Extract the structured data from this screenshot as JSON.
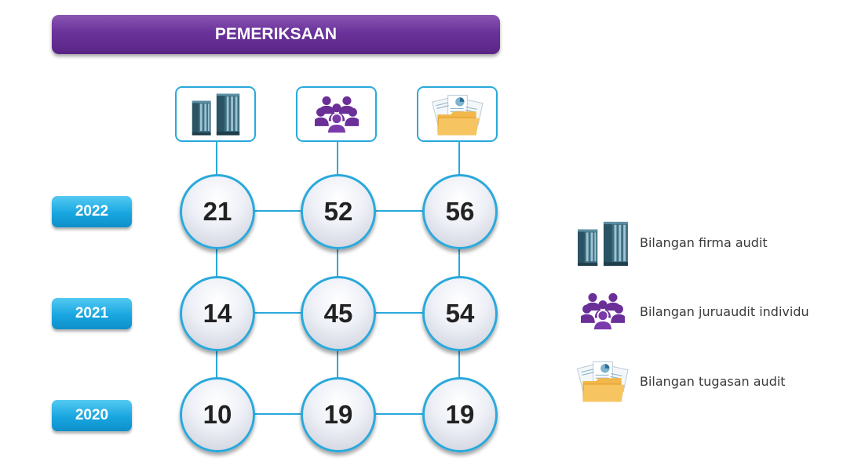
{
  "title": "PEMERIKSAAN",
  "years": [
    "2022",
    "2021",
    "2020"
  ],
  "grid": {
    "rows": [
      {
        "year": "2022",
        "values": [
          "21",
          "52",
          "56"
        ]
      },
      {
        "year": "2021",
        "values": [
          "14",
          "45",
          "54"
        ]
      },
      {
        "year": "2020",
        "values": [
          "10",
          "19",
          "19"
        ]
      }
    ]
  },
  "columns": [
    {
      "icon": "buildings-icon"
    },
    {
      "icon": "people-group-icon"
    },
    {
      "icon": "folder-documents-icon"
    }
  ],
  "legend": [
    {
      "icon": "buildings-icon",
      "label": "Bilangan firma audit"
    },
    {
      "icon": "people-group-icon",
      "label": "Bilangan juruaudit individu"
    },
    {
      "icon": "folder-documents-icon",
      "label": "Bilangan tugasan audit"
    }
  ],
  "colors": {
    "title_bar": "#6a329a",
    "accent": "#29a9dc",
    "year_badge": "#18a6e0",
    "people": "#6b2f98",
    "folder": "#f2b84b",
    "buildings": "#3d6f82"
  }
}
